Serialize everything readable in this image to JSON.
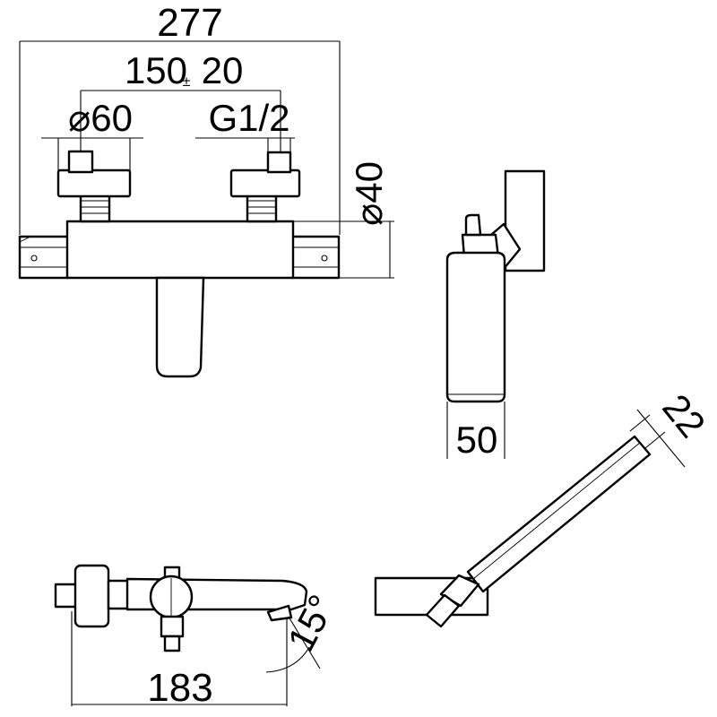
{
  "dimensions": {
    "overall_width": "277",
    "center_distance": "150",
    "tolerance_sign": "±",
    "tolerance_value": "20",
    "handle_diameter": "⌀60",
    "thread": "G1/2",
    "body_diameter": "⌀40",
    "depth": "50",
    "spout_length": "183",
    "spout_angle": "15°",
    "hose_diameter": "22"
  }
}
